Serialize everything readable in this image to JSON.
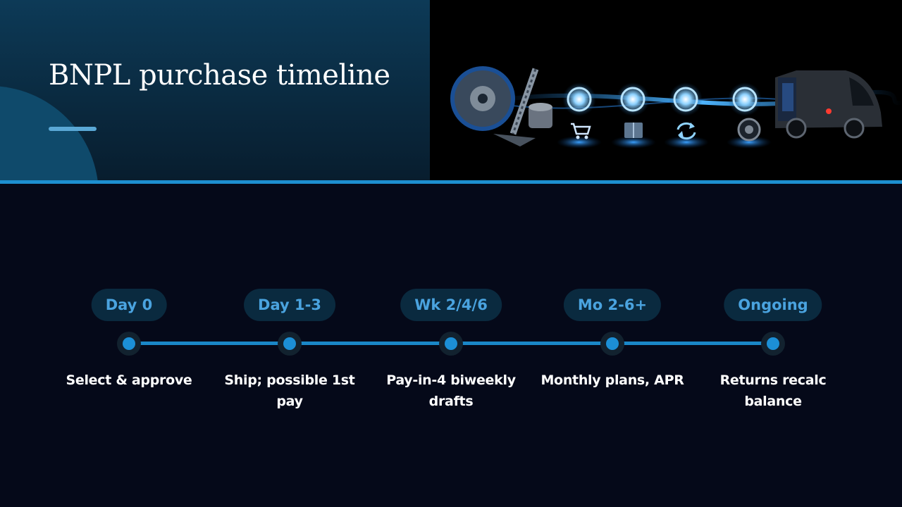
{
  "slide": {
    "title": "BNPL purchase timeline"
  },
  "banner": {
    "description_icons": [
      "brake-disc-icon",
      "suspension-strut-icon",
      "oil-filter-icon",
      "cart-icon",
      "box-icon",
      "refresh-icon",
      "tire-icon",
      "van-icon"
    ]
  },
  "timeline": {
    "steps": [
      {
        "phase": "Day 0",
        "description": "Select & approve"
      },
      {
        "phase": "Day 1-3",
        "description": "Ship; possible 1st pay"
      },
      {
        "phase": "Wk 2/4/6",
        "description": "Pay-in-4 biweekly drafts"
      },
      {
        "phase": "Mo 2-6+",
        "description": "Monthly plans, APR"
      },
      {
        "phase": "Ongoing",
        "description": "Returns recalc balance"
      }
    ]
  },
  "colors": {
    "background": "#050919",
    "accent": "#1d8fd0",
    "pill_text": "#4aa3df",
    "pill_bg": "#0a2a3f"
  }
}
